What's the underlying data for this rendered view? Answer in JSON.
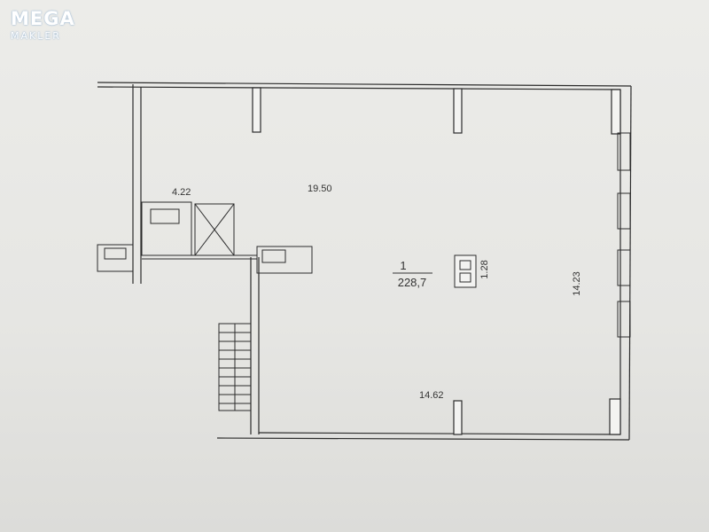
{
  "logo": {
    "line1": "MEGA",
    "line2": "MAKLER"
  },
  "plan": {
    "room_number": "1",
    "room_area": "228,7",
    "dimensions": {
      "top_width": "19.50",
      "bottom_width": "14.62",
      "right_height": "14.23",
      "small_room": "4.22",
      "column": "1.28"
    }
  }
}
